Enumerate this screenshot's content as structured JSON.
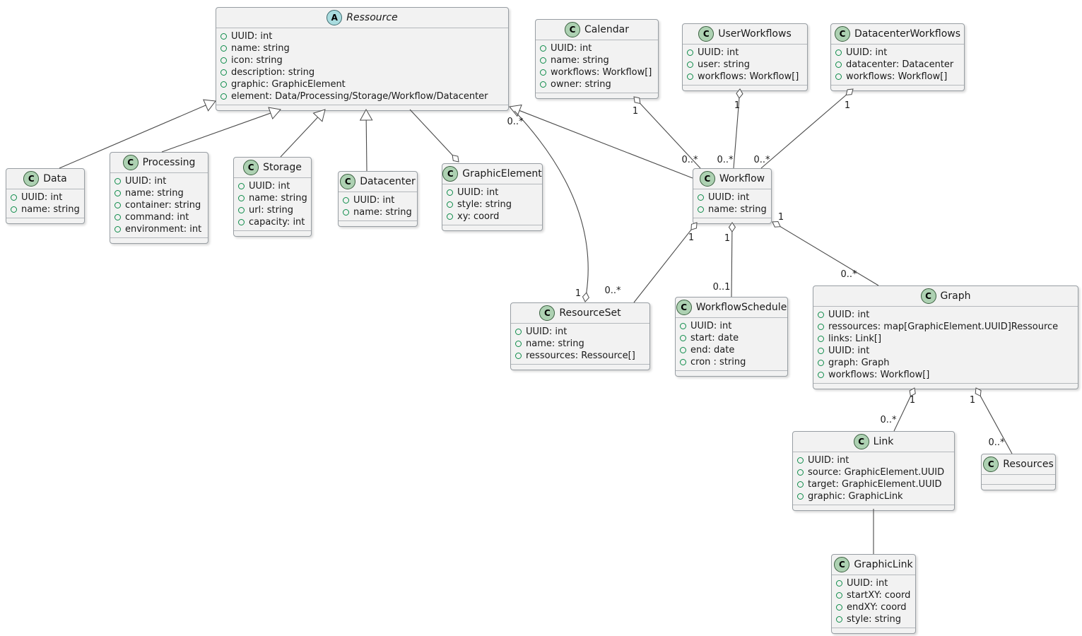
{
  "diagram": {
    "kind": "uml-class-diagram",
    "colors": {
      "box_fill": "#F2F2F2",
      "box_border": "#989EA3",
      "class_icon_fill": "#ADD1B2",
      "abstract_icon_fill": "#A9DCDF",
      "field_marker_green": "#0E8C4A",
      "line_color": "#4A4A4A"
    },
    "classes": [
      {
        "id": "ressource",
        "kind": "abstract",
        "icon_letter": "A",
        "name": "Ressource",
        "attrs": [
          "UUID: int",
          "name: string",
          "icon: string",
          "description: string",
          "graphic: GraphicElement",
          "element: Data/Processing/Storage/Workflow/Datacenter"
        ]
      },
      {
        "id": "calendar",
        "kind": "class",
        "icon_letter": "C",
        "name": "Calendar",
        "attrs": [
          "UUID: int",
          "name: string",
          "workflows: Workflow[]",
          "owner: string"
        ]
      },
      {
        "id": "userworkflows",
        "kind": "class",
        "icon_letter": "C",
        "name": "UserWorkflows",
        "attrs": [
          "UUID: int",
          "user: string",
          "workflows: Workflow[]"
        ]
      },
      {
        "id": "datacenterworkflows",
        "kind": "class",
        "icon_letter": "C",
        "name": "DatacenterWorkflows",
        "attrs": [
          "UUID: int",
          "datacenter: Datacenter",
          "workflows: Workflow[]"
        ]
      },
      {
        "id": "data",
        "kind": "class",
        "icon_letter": "C",
        "name": "Data",
        "attrs": [
          "UUID: int",
          "name: string"
        ]
      },
      {
        "id": "processing",
        "kind": "class",
        "icon_letter": "C",
        "name": "Processing",
        "attrs": [
          "UUID: int",
          "name: string",
          "container: string",
          "command: int",
          "environment: int"
        ]
      },
      {
        "id": "storage",
        "kind": "class",
        "icon_letter": "C",
        "name": "Storage",
        "attrs": [
          "UUID: int",
          "name: string",
          "url: string",
          "capacity: int"
        ]
      },
      {
        "id": "datacenter",
        "kind": "class",
        "icon_letter": "C",
        "name": "Datacenter",
        "attrs": [
          "UUID: int",
          "name: string"
        ]
      },
      {
        "id": "graphicelement",
        "kind": "class",
        "icon_letter": "C",
        "name": "GraphicElement",
        "attrs": [
          "UUID: int",
          "style: string",
          "xy: coord"
        ]
      },
      {
        "id": "workflow",
        "kind": "class",
        "icon_letter": "C",
        "name": "Workflow",
        "attrs": [
          "UUID: int",
          "name: string"
        ]
      },
      {
        "id": "resourceset",
        "kind": "class",
        "icon_letter": "C",
        "name": "ResourceSet",
        "attrs": [
          "UUID: int",
          "name: string",
          "ressources: Ressource[]"
        ]
      },
      {
        "id": "workflowschedule",
        "kind": "class",
        "icon_letter": "C",
        "name": "WorkflowSchedule",
        "attrs": [
          "UUID: int",
          "start: date",
          "end: date",
          "cron : string"
        ]
      },
      {
        "id": "graph",
        "kind": "class",
        "icon_letter": "C",
        "name": "Graph",
        "attrs": [
          "UUID: int",
          "ressources: map[GraphicElement.UUID]Ressource",
          "links: Link[]",
          "UUID: int",
          "graph: Graph",
          "workflows: Workflow[]"
        ]
      },
      {
        "id": "link",
        "kind": "class",
        "icon_letter": "C",
        "name": "Link",
        "attrs": [
          "UUID: int",
          "source: GraphicElement.UUID",
          "target: GraphicElement.UUID",
          "graphic: GraphicLink"
        ]
      },
      {
        "id": "resources",
        "kind": "class",
        "icon_letter": "C",
        "name": "Resources",
        "attrs": []
      },
      {
        "id": "graphiclink",
        "kind": "class",
        "icon_letter": "C",
        "name": "GraphicLink",
        "attrs": [
          "UUID: int",
          "startXY: coord",
          "endXY: coord",
          "style: string"
        ]
      }
    ],
    "edges": [
      {
        "id": "data-ressource",
        "from": "Data",
        "to": "Ressource",
        "type": "generalization",
        "from_label": "",
        "to_label": ""
      },
      {
        "id": "processing-ressource",
        "from": "Processing",
        "to": "Ressource",
        "type": "generalization",
        "from_label": "",
        "to_label": ""
      },
      {
        "id": "storage-ressource",
        "from": "Storage",
        "to": "Ressource",
        "type": "generalization",
        "from_label": "",
        "to_label": ""
      },
      {
        "id": "datacenter-ressource",
        "from": "Datacenter",
        "to": "Ressource",
        "type": "generalization",
        "from_label": "",
        "to_label": ""
      },
      {
        "id": "workflow-ressource",
        "from": "Workflow",
        "to": "Ressource",
        "type": "generalization",
        "from_label": "",
        "to_label": ""
      },
      {
        "id": "graphicelement-ressource",
        "from": "GraphicElement",
        "to": "Ressource",
        "type": "aggregation",
        "from_label": "",
        "to_label": ""
      },
      {
        "id": "resourceset-ressource",
        "from": "ResourceSet",
        "to": "Ressource",
        "type": "aggregation",
        "from_label": "1",
        "to_label": "0..*"
      },
      {
        "id": "calendar-workflow",
        "from": "Calendar",
        "to": "Workflow",
        "type": "aggregation",
        "from_label": "1",
        "to_label": "0..*"
      },
      {
        "id": "userworkflows-workflow",
        "from": "UserWorkflows",
        "to": "Workflow",
        "type": "aggregation",
        "from_label": "1",
        "to_label": "0..*"
      },
      {
        "id": "datacenterworkflows-workflow",
        "from": "DatacenterWorkflows",
        "to": "Workflow",
        "type": "aggregation",
        "from_label": "1",
        "to_label": "0..*"
      },
      {
        "id": "workflow-resourceset",
        "from": "Workflow",
        "to": "ResourceSet",
        "type": "aggregation",
        "from_label": "1",
        "to_label": "0..*"
      },
      {
        "id": "workflow-workflowschedule",
        "from": "Workflow",
        "to": "WorkflowSchedule",
        "type": "aggregation",
        "from_label": "1",
        "to_label": "0..1"
      },
      {
        "id": "workflow-graph",
        "from": "Workflow",
        "to": "Graph",
        "type": "aggregation",
        "from_label": "1",
        "to_label": "0..*"
      },
      {
        "id": "graph-link",
        "from": "Graph",
        "to": "Link",
        "type": "aggregation",
        "from_label": "1",
        "to_label": "0..*"
      },
      {
        "id": "graph-resources",
        "from": "Graph",
        "to": "Resources",
        "type": "aggregation",
        "from_label": "1",
        "to_label": "0..*"
      },
      {
        "id": "link-graphiclink",
        "from": "Link",
        "to": "GraphicLink",
        "type": "association",
        "from_label": "",
        "to_label": ""
      }
    ]
  }
}
